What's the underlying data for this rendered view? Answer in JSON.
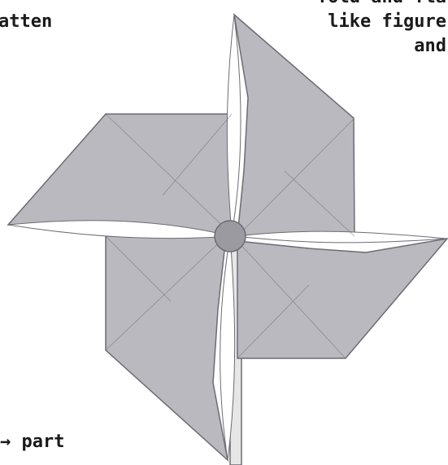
{
  "captions": {
    "top_left_line1": "",
    "top_left_line2": "atten",
    "top_right_line1": "fold and fla",
    "top_right_line2": "like figure",
    "top_right_line3": "and",
    "bottom_left": "→ part"
  },
  "colors": {
    "blade_fill": "#b9b9bf",
    "blade_shade": "#a9a9b1",
    "hub_fill": "#9a9aa0",
    "stick_fill": "#e6e6e6",
    "line": "#6c6c74"
  }
}
